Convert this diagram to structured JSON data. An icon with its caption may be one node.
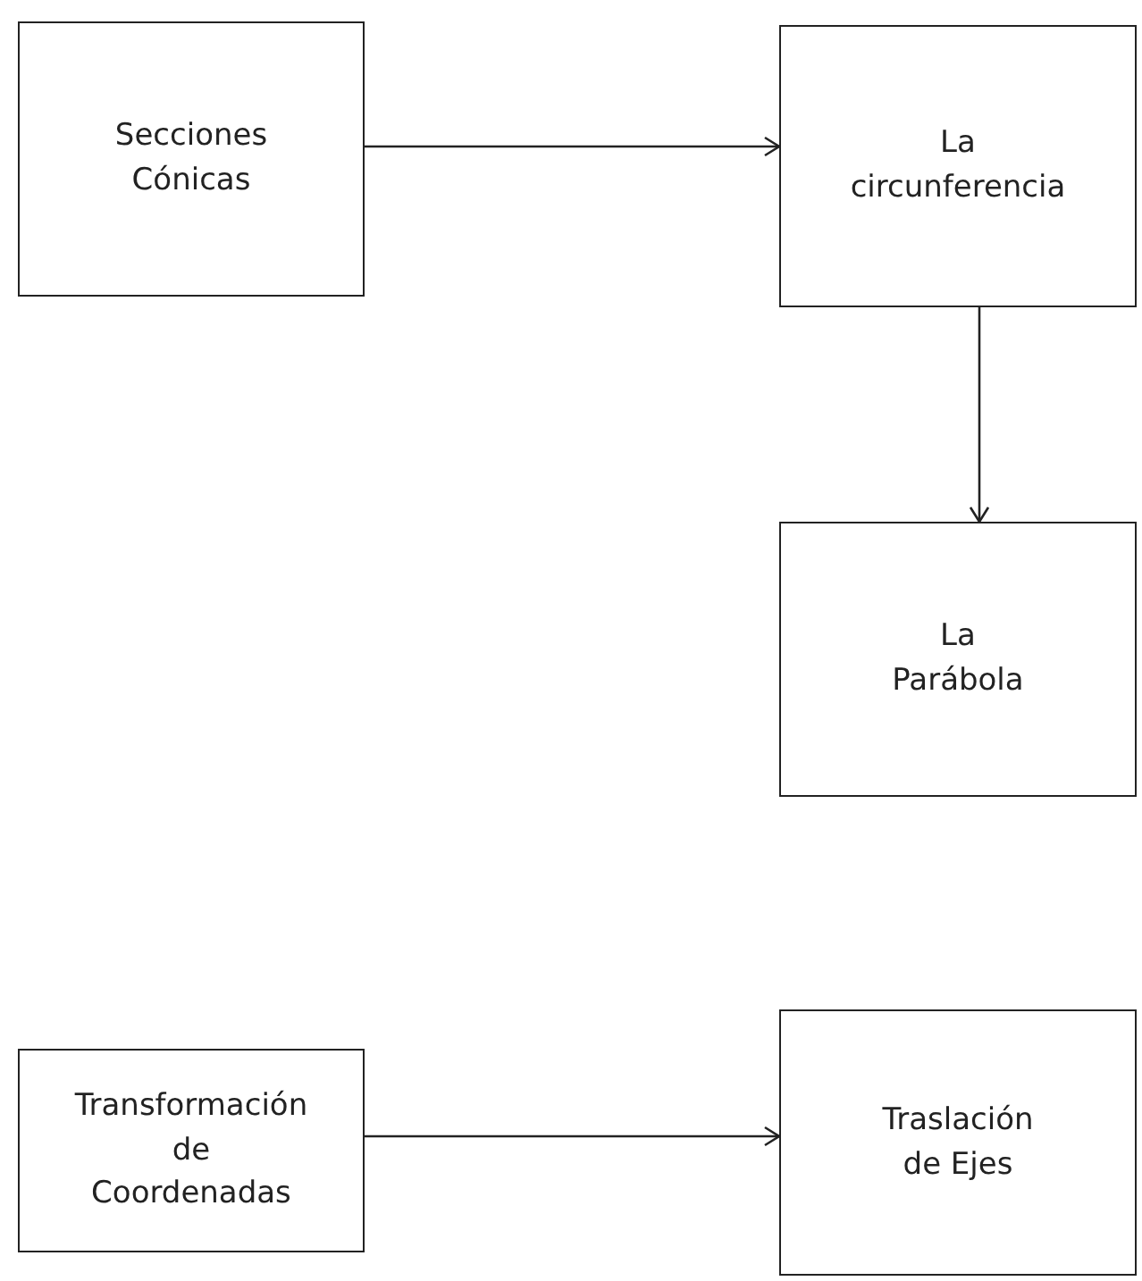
{
  "diagram": {
    "nodes": [
      {
        "text": [
          "Secciones Cónicas"
        ]
      },
      {
        "text": [
          "La circunferencia"
        ]
      },
      {
        "text": [
          "La Parábola"
        ]
      },
      {
        "text": [
          "Transformación de Coordenadas"
        ]
      },
      {
        "text": [
          "Traslación de Ejes"
        ]
      }
    ],
    "edges": [
      {
        "from": 0,
        "to": 1,
        "arrow": "to"
      },
      {
        "from": 1,
        "to": 2,
        "arrow": "to"
      },
      {
        "from": 3,
        "to": 4,
        "arrow": "to"
      }
    ]
  }
}
